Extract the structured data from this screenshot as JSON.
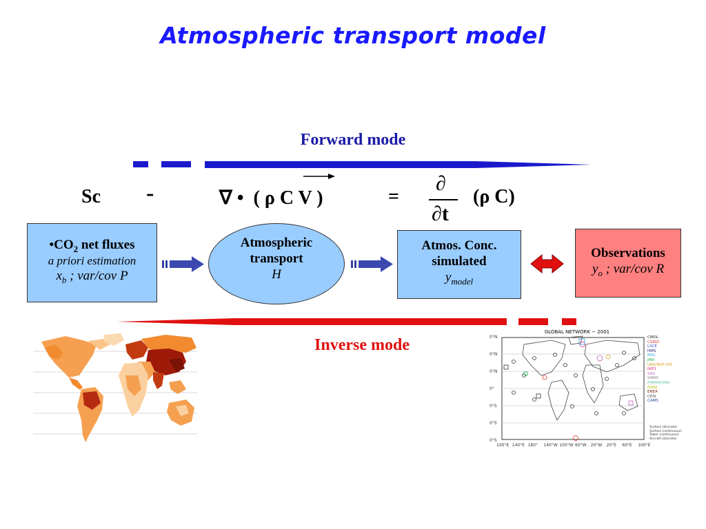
{
  "title": "Atmospheric transport model",
  "forward_label": "Forward mode",
  "inverse_label": "Inverse mode",
  "equation": {
    "sc": "Sc",
    "minus": "-",
    "divergence": "∇ •  ( ρ C V )",
    "equals": "=",
    "partial_top": "∂",
    "partial_bottom": "∂t",
    "rhs": "(ρ C)"
  },
  "box_fluxes": {
    "bullet_prefix": "•CO",
    "subscript": "2",
    "bold_rest": " net fluxes",
    "line2": "a priori estimation",
    "var_main": "x",
    "var_sub": "b",
    "var_rest": " ; var/cov P"
  },
  "ellipse_transport": {
    "line1": "Atmospheric",
    "line2": "transport",
    "line3": "H"
  },
  "box_simulated": {
    "line1": "Atmos. Conc.",
    "line2": "simulated",
    "var_main": "y",
    "var_sub": "model"
  },
  "box_observations": {
    "line1": "Observations",
    "var_main": "y",
    "var_sub": "o",
    "var_rest": " ; var/cov R"
  },
  "network_map": {
    "title": "GLOBAL NETWORK − 2001",
    "lat_labels": [
      "0°N",
      "0°N",
      "0°N",
      "0°",
      "0°S",
      "0°S",
      "0°S"
    ],
    "lon_labels": [
      "100°E",
      "140°E",
      "180°",
      "140°W",
      "100°W",
      "60°W",
      "20°W",
      "20°E",
      "60°E",
      "100°E"
    ],
    "legend_labs": [
      "CMDL",
      "CSIRO",
      "LSCE",
      "HMS",
      "MSC",
      "JMA",
      "UBA/NUF-IHE",
      "NIES",
      "SAU",
      "SAWS",
      "PIWHA/ONU",
      "NIWA",
      "ENEA",
      "CESI",
      "CAMS"
    ],
    "legend_colors": [
      "#222222",
      "#e03030",
      "#3050e0",
      "#202080",
      "#30a0e0",
      "#20b050",
      "#e0a020",
      "#e03080",
      "#c060c0",
      "#808080",
      "#60c0a0",
      "#c0c020",
      "#802020",
      "#404040",
      "#2040a0"
    ],
    "legend_types": [
      "Surface (discrete)",
      "Surface (continuous)",
      "Tower (continuous)",
      "Aircraft (discrete)"
    ]
  },
  "colors": {
    "title": "#1a1aff",
    "forward_arrow": "#1a1acc",
    "inverse_arrow": "#e01010",
    "box_blue": "#99ccff",
    "box_red": "#ff8080"
  }
}
